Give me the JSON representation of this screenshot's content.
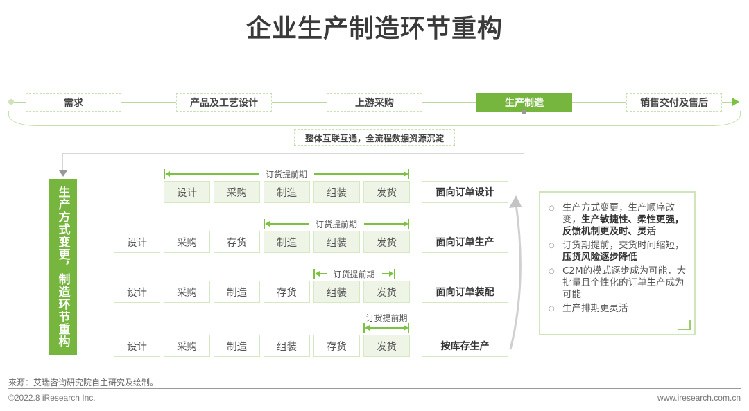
{
  "title": "企业生产制造环节重构",
  "process": {
    "steps": [
      {
        "label": "需求",
        "active": false
      },
      {
        "label": "产品及工艺设计",
        "active": false
      },
      {
        "label": "上游采购",
        "active": false
      },
      {
        "label": "生产制造",
        "active": true
      },
      {
        "label": "销售交付及售后",
        "active": false
      }
    ],
    "integration_label": "整体互联互通，全流程数据资源沉淀"
  },
  "side_label": "生产方式变更，制造环节重构",
  "lead_time_label": "订货提前期",
  "rows": [
    {
      "mode": "面向订单设计",
      "cells": [
        {
          "label": "设计",
          "highlight": true
        },
        {
          "label": "采购",
          "highlight": true
        },
        {
          "label": "制造",
          "highlight": true
        },
        {
          "label": "组装",
          "highlight": true
        },
        {
          "label": "发货",
          "highlight": true
        }
      ]
    },
    {
      "mode": "面向订单生产",
      "cells": [
        {
          "label": "设计",
          "highlight": false
        },
        {
          "label": "采购",
          "highlight": false
        },
        {
          "label": "存货",
          "highlight": false
        },
        {
          "label": "制造",
          "highlight": true
        },
        {
          "label": "组装",
          "highlight": true
        },
        {
          "label": "发货",
          "highlight": true
        }
      ]
    },
    {
      "mode": "面向订单装配",
      "cells": [
        {
          "label": "设计",
          "highlight": false
        },
        {
          "label": "采购",
          "highlight": false
        },
        {
          "label": "制造",
          "highlight": false
        },
        {
          "label": "存货",
          "highlight": false
        },
        {
          "label": "组装",
          "highlight": true
        },
        {
          "label": "发货",
          "highlight": true
        }
      ]
    },
    {
      "mode": "按库存生产",
      "cells": [
        {
          "label": "设计",
          "highlight": false
        },
        {
          "label": "采购",
          "highlight": false
        },
        {
          "label": "制造",
          "highlight": false
        },
        {
          "label": "组装",
          "highlight": false
        },
        {
          "label": "存货",
          "highlight": false
        },
        {
          "label": "发货",
          "highlight": true
        }
      ]
    }
  ],
  "notes": [
    {
      "plain": "生产方式变更，生产顺序改变，",
      "bold": "生产敏捷性、柔性更强，反馈机制更及时、灵活"
    },
    {
      "plain": "订货期提前，交货时间缩短，",
      "bold": "压货风险逐步降低"
    },
    {
      "plain": "C2M的模式逐步成为可能，大批量且个性化的订单生产成为可能",
      "bold": ""
    },
    {
      "plain": "生产排期更灵活",
      "bold": ""
    }
  ],
  "footer": {
    "source": "来源：艾瑞咨询研究院自主研究及绘制。",
    "copyright": "©2022.8 iResearch Inc.",
    "website": "www.iresearch.com.cn"
  },
  "colors": {
    "accent": "#76b63e",
    "light_fill": "#eef5e6",
    "border": "#d5e8c2"
  }
}
